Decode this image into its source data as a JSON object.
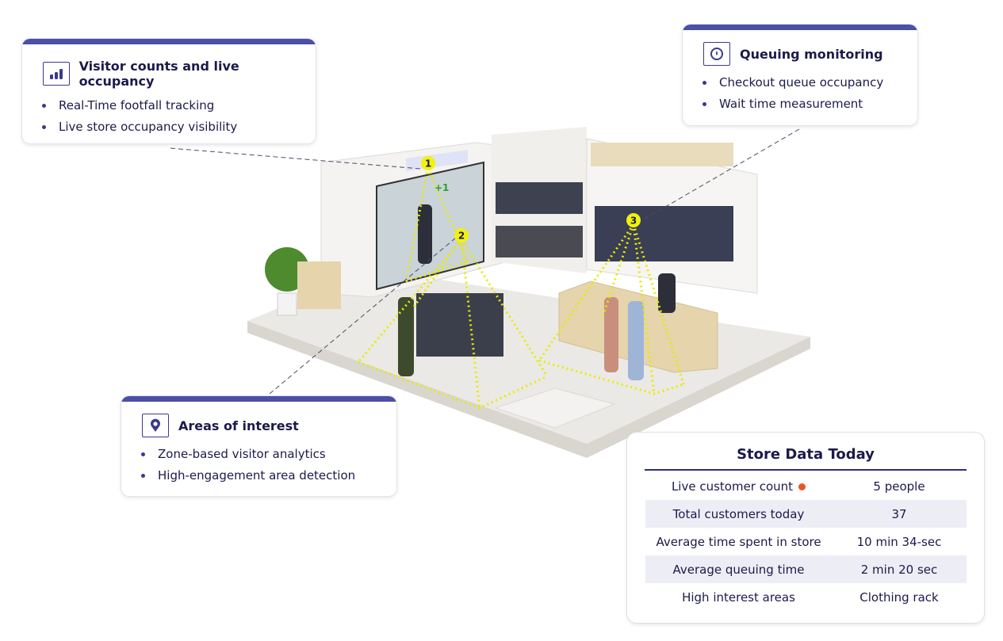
{
  "cards": {
    "visitor": {
      "icon": "bar-chart-icon",
      "title": "Visitor counts and live occupancy",
      "items": [
        "Real-Time footfall tracking",
        "Live store occupancy visibility"
      ]
    },
    "queue": {
      "icon": "timer-icon",
      "title": "Queuing monitoring",
      "items": [
        "Checkout queue occupancy",
        "Wait time measurement"
      ]
    },
    "areas": {
      "icon": "map-pin-icon",
      "title": "Areas of interest",
      "items": [
        "Zone-based visitor analytics",
        "High-engagement area detection"
      ]
    }
  },
  "scene": {
    "markers": [
      "1",
      "2",
      "3"
    ],
    "entry_count": "+1",
    "marker_color": "#f2f20a",
    "cone_color": "#e8ea00",
    "entry_count_color": "#2aa02a"
  },
  "store_data": {
    "title": "Store Data Today",
    "live_indicator_color": "#e8552a",
    "rows": [
      {
        "label": "Live customer count",
        "value": "5 people"
      },
      {
        "label": "Total customers today",
        "value": "37"
      },
      {
        "label": "Average time spent in store",
        "value": "10 min 34-sec"
      },
      {
        "label": "Average queuing time",
        "value": "2 min 20 sec"
      },
      {
        "label": "High interest areas",
        "value": "Clothing rack"
      }
    ]
  },
  "accent_color": "#4a4fa8"
}
